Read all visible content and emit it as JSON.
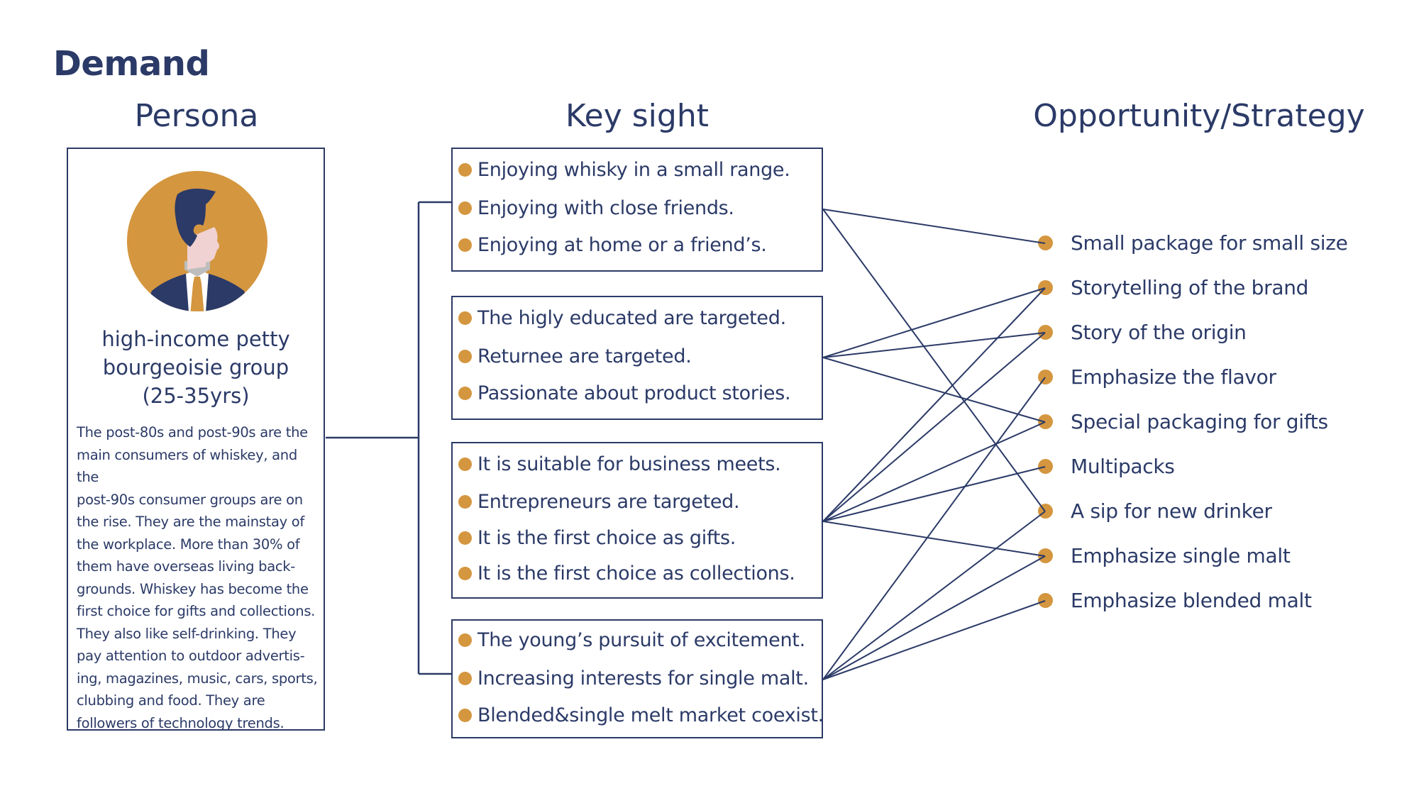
{
  "title": "Demand",
  "columns": {
    "persona": "Persona",
    "insight": "Key sight",
    "strategy": "Opportunity/Strategy"
  },
  "persona": {
    "avatar_icon": "businessman-avatar-icon",
    "title_lines": [
      "high-income petty",
      "bourgeoisie group",
      "(25-35yrs)"
    ],
    "description_lines": [
      "The post-80s and post-90s are the",
      "main consumers of whiskey, and the",
      "post-90s consumer groups are on",
      "the rise. They are the mainstay of",
      "the workplace. More than 30% of",
      "them have overseas living back-",
      "grounds. Whiskey has become the",
      "first choice for gifts and collections.",
      "They also like self-drinking. They",
      "pay attention to outdoor advertis-",
      "ing, magazines, music, cars, sports,",
      "clubbing and food. They are",
      "followers of technology trends."
    ]
  },
  "insights": [
    {
      "items": [
        "Enjoying whisky in a small range.",
        "Enjoying with close friends.",
        "Enjoying at home or a friend’s."
      ]
    },
    {
      "items": [
        "The higly educated are targeted.",
        "Returnee are targeted.",
        "Passionate about product stories."
      ]
    },
    {
      "items": [
        "It is suitable for business meets.",
        "Entrepreneurs are targeted.",
        "It is the first choice as gifts.",
        "It is the first choice as collections."
      ]
    },
    {
      "items": [
        "The young’s pursuit of excitement.",
        "Increasing interests for single malt.",
        "Blended&single melt market coexist."
      ]
    }
  ],
  "strategies": [
    "Small package for small size",
    "Storytelling of the brand",
    "Story of the origin",
    "Emphasize the flavor",
    "Special packaging for gifts",
    "Multipacks",
    "A sip for new drinker",
    "Emphasize single malt",
    "Emphasize blended malt"
  ],
  "connections": [
    {
      "from_group": 0,
      "to": [
        0,
        6
      ]
    },
    {
      "from_group": 1,
      "to": [
        1,
        2,
        4
      ]
    },
    {
      "from_group": 2,
      "to": [
        1,
        2,
        4,
        5,
        7
      ]
    },
    {
      "from_group": 3,
      "to": [
        3,
        6,
        7,
        8
      ]
    }
  ],
  "colors": {
    "navy": "#2B3A67",
    "accent": "#D4963F",
    "skin": "#F0D2D2",
    "collar": "#BDBDBD"
  }
}
